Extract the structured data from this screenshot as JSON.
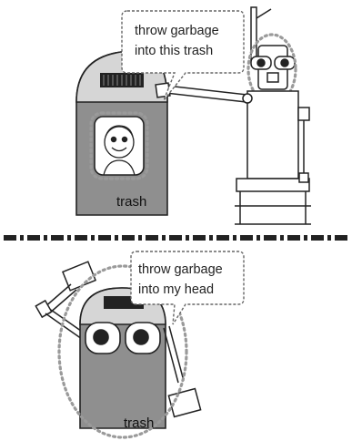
{
  "top_scene": {
    "callout": [
      "throw garbage",
      "into this trash"
    ],
    "trash_label": "trash"
  },
  "bottom_scene": {
    "callout": [
      "throw garbage",
      "into my head"
    ],
    "trash_label": "trash"
  },
  "colors": {
    "trash_body": "#8f8f8f",
    "trash_lid": "#d6d6d6",
    "dotted_outline": "#9a9a9a",
    "ink": "#222222"
  }
}
